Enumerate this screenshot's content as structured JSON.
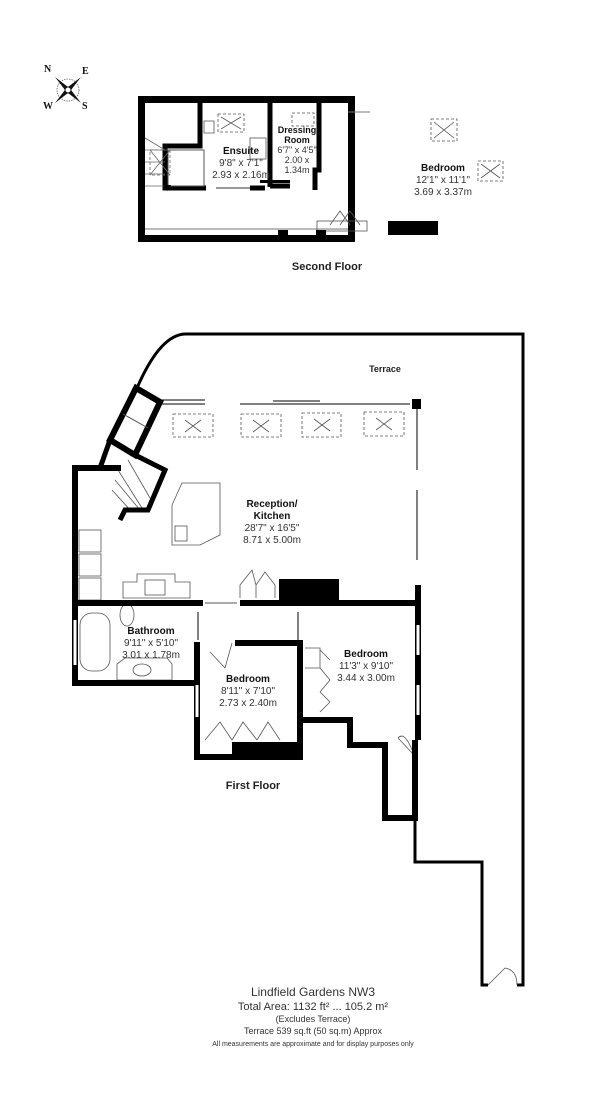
{
  "compass": {
    "n": "N",
    "e": "E",
    "w": "W",
    "s": "S",
    "icon": "compass-rose-icon"
  },
  "second_floor": {
    "title": "Second Floor",
    "rooms": [
      {
        "name": "Ensuite",
        "imperial": "9'8\" x 7'1\"",
        "metric": "2.93 x 2.16m"
      },
      {
        "name": "Dressing Room",
        "imperial": "6'7\" x 4'5\"",
        "metric": "2.00 x 1.34m"
      },
      {
        "name": "Bedroom",
        "imperial": "12'1\" x 11'1\"",
        "metric": "3.69 x 3.37m"
      }
    ]
  },
  "first_floor": {
    "title": "First Floor",
    "terrace_label": "Terrace",
    "rooms": [
      {
        "name": "Reception/ Kitchen",
        "imperial": "28'7\" x 16'5\"",
        "metric": "8.71 x 5.00m"
      },
      {
        "name": "Bathroom",
        "imperial": "9'11\" x 5'10\"",
        "metric": "3.01 x 1.78m"
      },
      {
        "name": "Bedroom",
        "imperial": "8'11\" x 7'10\"",
        "metric": "2.73 x 2.40m"
      },
      {
        "name": "Bedroom",
        "imperial": "11'3\" x 9'10\"",
        "metric": "3.44 x 3.00m"
      }
    ]
  },
  "footer": {
    "address": "Lindfield Gardens NW3",
    "total_area": "Total Area: 1132 ft² ... 105.2 m²",
    "excludes": "(Excludes Terrace)",
    "terrace_area": "Terrace 539 sq.ft (50 sq.m) Approx",
    "disclaimer": "All measurements are approximate and for display purposes only"
  },
  "colors": {
    "wall": "#000000",
    "fixture": "#555555",
    "background": "#ffffff"
  }
}
